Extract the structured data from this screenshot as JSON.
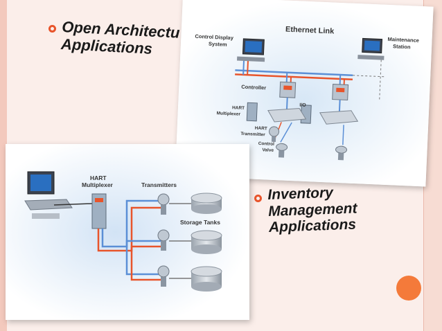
{
  "bullets": [
    {
      "line1": "Open Architectu",
      "line2": "Applications"
    },
    {
      "line1": "Inventory",
      "line2": "Management",
      "line3": "Applications"
    }
  ],
  "top_diagram": {
    "ethernet_label": "Ethernet Link",
    "control_display_line1": "Control Display",
    "control_display_line2": "System",
    "maintenance_line1": "Maintenance",
    "maintenance_line2": "Station",
    "controller_label": "Controller",
    "io_label": "I/O",
    "hart_mux_line1": "HART",
    "hart_mux_line2": "Multiplexer",
    "hart_tx_line1": "HART",
    "hart_tx_line2": "Transmitter",
    "valve_line1": "Control",
    "valve_line2": "Valve"
  },
  "bottom_diagram": {
    "hart_mux_line1": "HART",
    "hart_mux_line2": "Multiplexer",
    "transmitters_label": "Transmitters",
    "storage_tanks_label": "Storage Tanks"
  },
  "colors": {
    "accent": "#e8542b",
    "orange_dot": "#f47a3a",
    "wire_blue": "#5b8fd6",
    "wire_red": "#e8542b"
  }
}
